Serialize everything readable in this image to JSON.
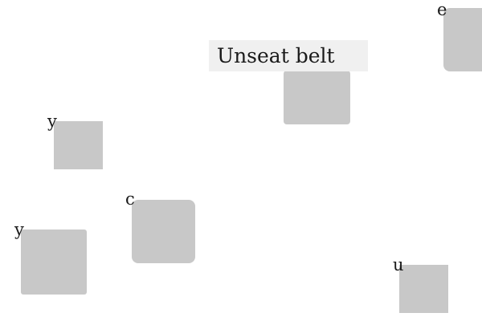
{
  "instruction": {
    "text": "Unseat belt"
  },
  "tiles": [
    {
      "letter": "e"
    },
    {
      "letter": "y"
    },
    {
      "letter": "c"
    },
    {
      "letter": "y"
    },
    {
      "letter": "u"
    }
  ],
  "colors": {
    "tile": "#c8c8c8",
    "instruction_background": "#f0f0f0",
    "text": "#1a1a1a",
    "background": "#ffffff"
  }
}
